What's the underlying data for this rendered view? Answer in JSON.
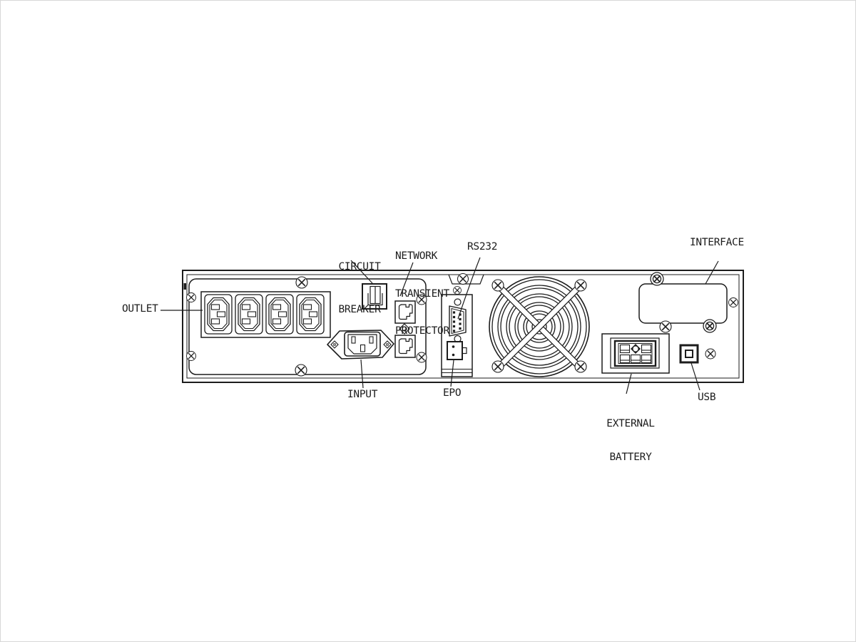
{
  "page": {
    "background": "#ffffff",
    "frame_border": "#d8d8d8",
    "line_color": "#1c1c1c"
  },
  "diagram": {
    "subject": "UPS rear panel line drawing",
    "outlets_count": 4,
    "labels": {
      "outlet": "OUTLET",
      "circuit_breaker": [
        "CIRCUIT",
        "BREAKER"
      ],
      "network_transient_protector": [
        "NETWORK",
        "TRANSIENT",
        "PROTECTOR"
      ],
      "rs232": "RS232",
      "epo": "EPO",
      "input": "INPUT",
      "interface": "INTERFACE",
      "external_battery": [
        "EXTERNAL",
        "BATTERY"
      ],
      "usb": "USB"
    }
  }
}
